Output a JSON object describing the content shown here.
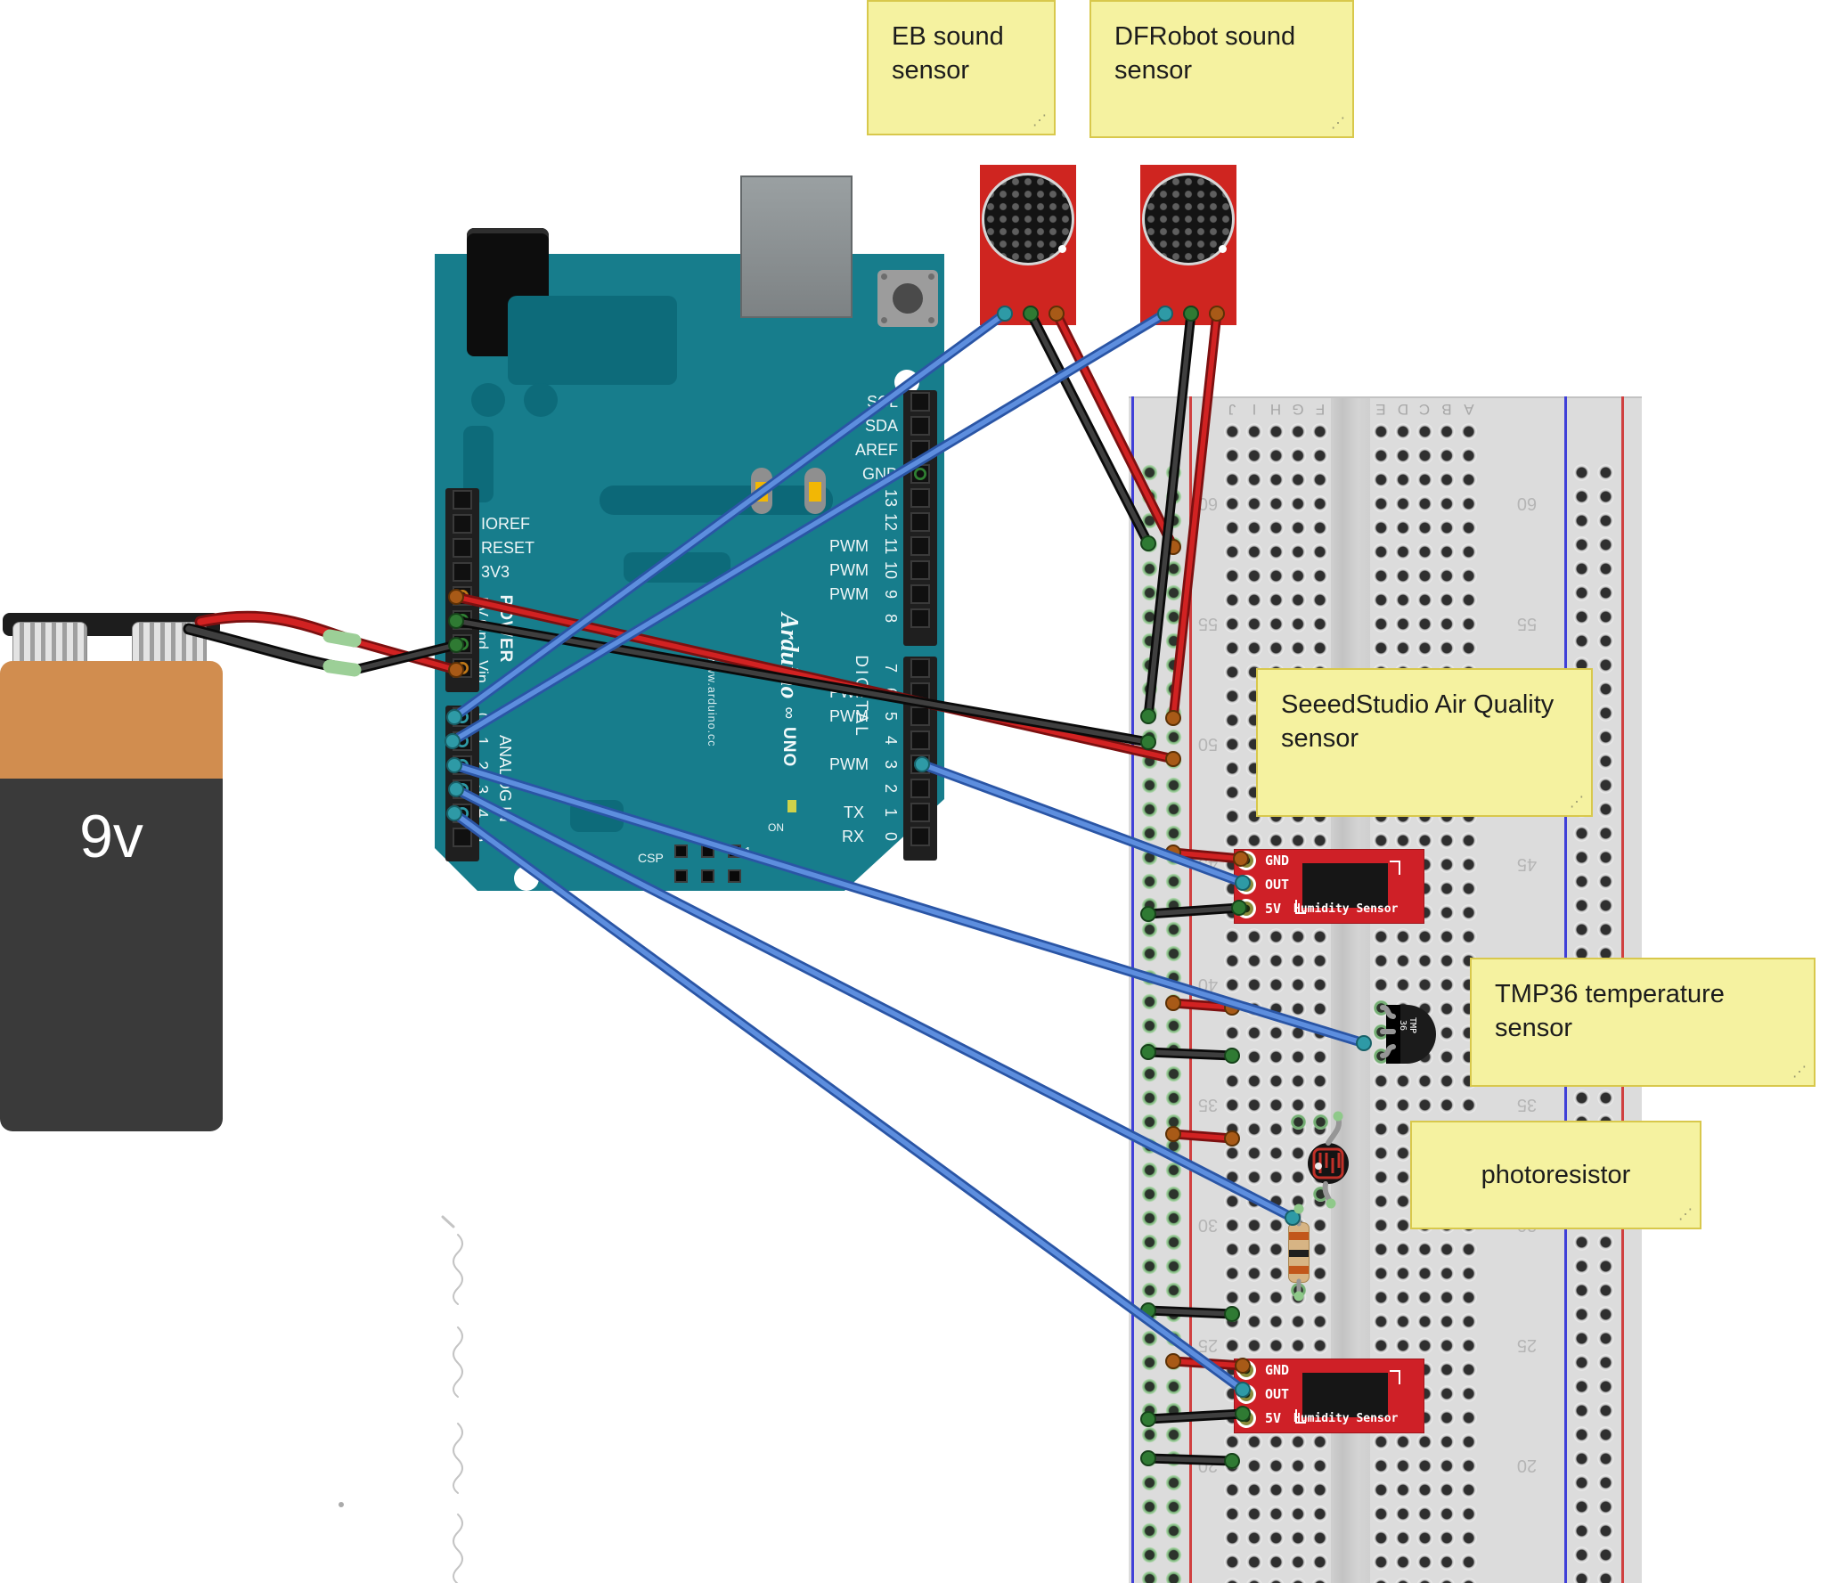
{
  "notes": [
    {
      "text": "EB sound sensor"
    },
    {
      "text": "DFRobot sound sensor"
    },
    {
      "text": "SeeedStudio Air Quality sensor"
    },
    {
      "text": "TMP36 temperature sensor"
    },
    {
      "text": "photoresistor"
    }
  ],
  "battery": {
    "label": "9v"
  },
  "arduino": {
    "brand": "Arduino",
    "infinity": "∞",
    "model": "UNO",
    "url": "www.arduino.cc",
    "right_labels": [
      "SCL",
      "SDA",
      "AREF",
      "GND"
    ],
    "digital_upper": [
      "13",
      "12",
      "11",
      "10",
      "9",
      "8"
    ],
    "digital_lower": [
      "7",
      "6",
      "5",
      "4",
      "3",
      "2",
      "1",
      "0"
    ],
    "pwm": "PWM",
    "digital": "DIGITAL",
    "tx": "TX",
    "rx": "RX",
    "power_labels": [
      "IOREF",
      "RESET",
      "3V3"
    ],
    "power_rot": [
      "5V",
      "Gnd",
      "Vin"
    ],
    "power": "POWER",
    "analog": "ANALOG IN",
    "analog_digits": [
      "0",
      "1",
      "2",
      "3",
      "4",
      "5"
    ],
    "icsp": "CSP",
    "on": "ON",
    "one": "1"
  },
  "breadboard": {
    "letters_left": [
      "J",
      "I",
      "H",
      "G",
      "F"
    ],
    "letters_right": [
      "E",
      "D",
      "C",
      "B",
      "A"
    ],
    "row_numbers": [
      "60",
      "55",
      "50",
      "45",
      "40",
      "35",
      "30",
      "25",
      "20"
    ]
  },
  "humidity": {
    "pins": [
      "GND",
      "OUT",
      "5V"
    ],
    "name": "Humidity Sensor"
  },
  "tmp36": {
    "l1": "TMP",
    "l2": "36"
  },
  "colors": {
    "arduino_teal": "#177d8c",
    "pcb_red": "#cf2520",
    "note_yellow": "#f5f2a0",
    "wire_blue": "#5d8ede",
    "wire_red": "#d12222",
    "wire_black": "#3c3c3c",
    "rail_blue": "#4040d8",
    "rail_red": "#d04040"
  }
}
